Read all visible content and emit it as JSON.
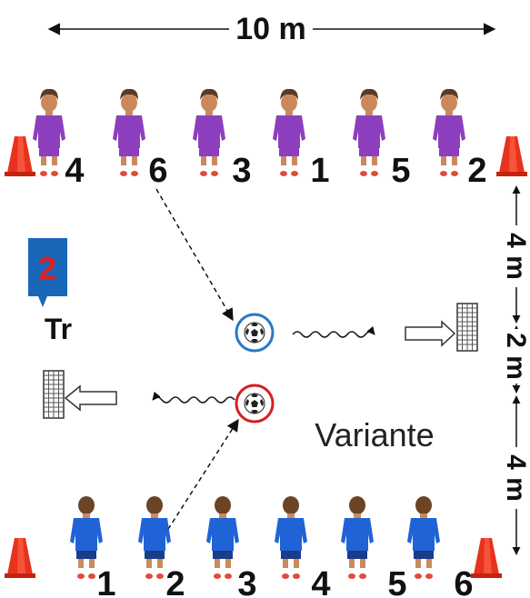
{
  "width_label": "10 m",
  "side_labels": [
    "4 m",
    "2 m",
    "4 m"
  ],
  "variant_label": "Variante",
  "coach": {
    "number": "2",
    "label": "Tr"
  },
  "top_team": {
    "color": "#8e3fbf",
    "numbers": [
      "4",
      "6",
      "3",
      "1",
      "5",
      "2"
    ]
  },
  "bottom_team": {
    "color": "#1f63d6",
    "numbers": [
      "1",
      "2",
      "3",
      "4",
      "5",
      "6"
    ]
  },
  "colors": {
    "cone": "#e8321e",
    "coach_card": "#1a66b8",
    "coach_number": "#e02020",
    "ball_ring_top": "#2a78c8",
    "ball_ring_bottom": "#d42020"
  }
}
